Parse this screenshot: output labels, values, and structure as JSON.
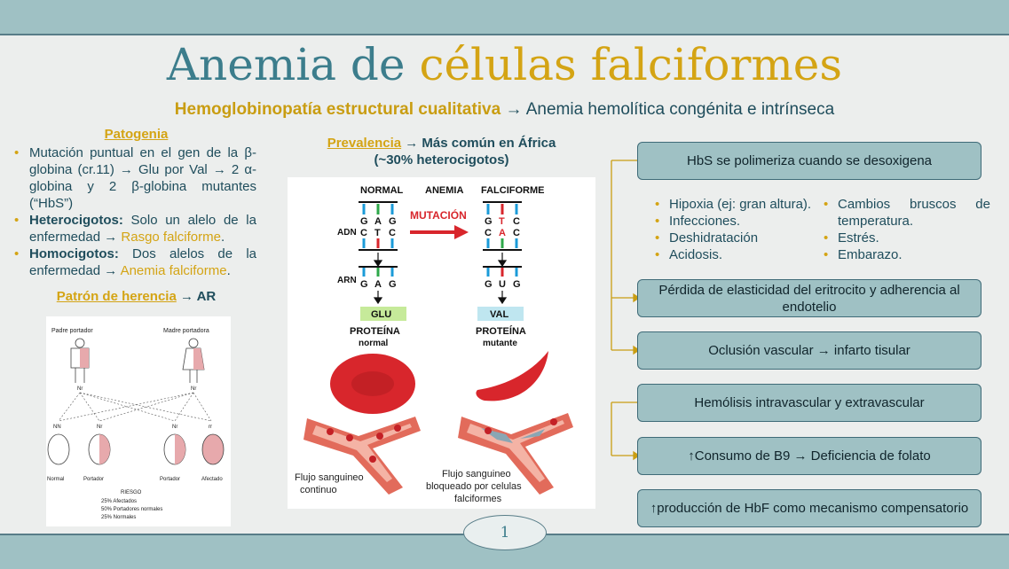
{
  "title": {
    "part1": "Anemia de",
    "part2": "células falciformes"
  },
  "subtitle": {
    "gold": "Hemoglobinopatía estructural cualitativa",
    "arrow": " → ",
    "rest": "Anemia hemolítica congénita e intrínseca"
  },
  "patogenia": {
    "heading": "Patogenia",
    "items": [
      {
        "text": "Mutación puntual en el gen de la β-globina (cr.11) → Glu por Val → 2 α-globina y 2 β-globina mutantes (“HbS”)"
      },
      {
        "bold": "Heterocigotos:",
        "text": " Solo un alelo de la enfermedad → ",
        "gold": "Rasgo falciforme",
        "end": "."
      },
      {
        "bold": "Homocigotos:",
        "text": " Dos alelos de la enfermedad → ",
        "gold": "Anemia falciforme",
        "end": "."
      }
    ]
  },
  "herencia": {
    "gold": "Patrón de herencia",
    "rest": " → AR"
  },
  "pedigree": {
    "father": "Padre portador",
    "mother": "Madre portadora",
    "father_geno": "Nr",
    "mother_geno": "Nr",
    "children": [
      {
        "geno": "NN",
        "label": "Normal"
      },
      {
        "geno": "Nr",
        "label": "Portador"
      },
      {
        "geno": "Nr",
        "label": "Portador"
      },
      {
        "geno": "rr",
        "label": "Afectado"
      }
    ],
    "risk_title": "RIESGO",
    "risk_lines": [
      "25% Afectados",
      "50% Portadores normales",
      "25% Normales"
    ]
  },
  "prevalencia": {
    "gold": "Prevalencia",
    "rest": " → Más común en África",
    "line2": "(~30% heterocigotos)"
  },
  "diagram": {
    "col_normal": "NORMAL",
    "col_anemia": "ANEMIA",
    "col_falci": "FALCIFORME",
    "mutacion": "MUTACIÓN",
    "adn": "ADN",
    "arn": "ARN",
    "normal_dna_top": [
      "G",
      "A",
      "G"
    ],
    "normal_dna_bot": [
      "C",
      "T",
      "C"
    ],
    "mut_dna_top": [
      "G",
      "T",
      "C"
    ],
    "mut_dna_bot": [
      "C",
      "A",
      "C"
    ],
    "normal_rna": [
      "G",
      "A",
      "G"
    ],
    "mut_rna": [
      "G",
      "U",
      "G"
    ],
    "glu": "GLU",
    "val": "VAL",
    "prot_normal_1": "PROTEÍNA",
    "prot_normal_2": "normal",
    "prot_mut_1": "PROTEÍNA",
    "prot_mut_2": "mutante",
    "flow1_a": "Flujo sanguineo",
    "flow1_b": "continuo",
    "flow2_a": "Flujo sanguineo",
    "flow2_b": "bloqueado por celulas",
    "flow2_c": "falciformes"
  },
  "boxes": {
    "b1": "HbS se polimeriza cuando se desoxigena",
    "b2": "Pérdida de elasticidad del eritrocito y adherencia al endotelio",
    "b3": "Oclusión vascular → infarto tisular",
    "b4": "Hemólisis intravascular y extravascular",
    "b5": "↑Consumo de B9 → Deficiencia de folato",
    "b6": "↑producción de HbF como mecanismo compensatorio"
  },
  "factors_left": [
    "Hipoxia (ej: gran altura).",
    "Infecciones.",
    "Deshidratación",
    "Acidosis."
  ],
  "factors_right": [
    "Cambios bruscos de temperatura.",
    "Estrés.",
    "Embarazo."
  ],
  "page_number": "1",
  "colors": {
    "gold": "#d4a414",
    "teal": "#3c7d8c",
    "box": "#9fc1c4",
    "red": "#d8262c"
  }
}
